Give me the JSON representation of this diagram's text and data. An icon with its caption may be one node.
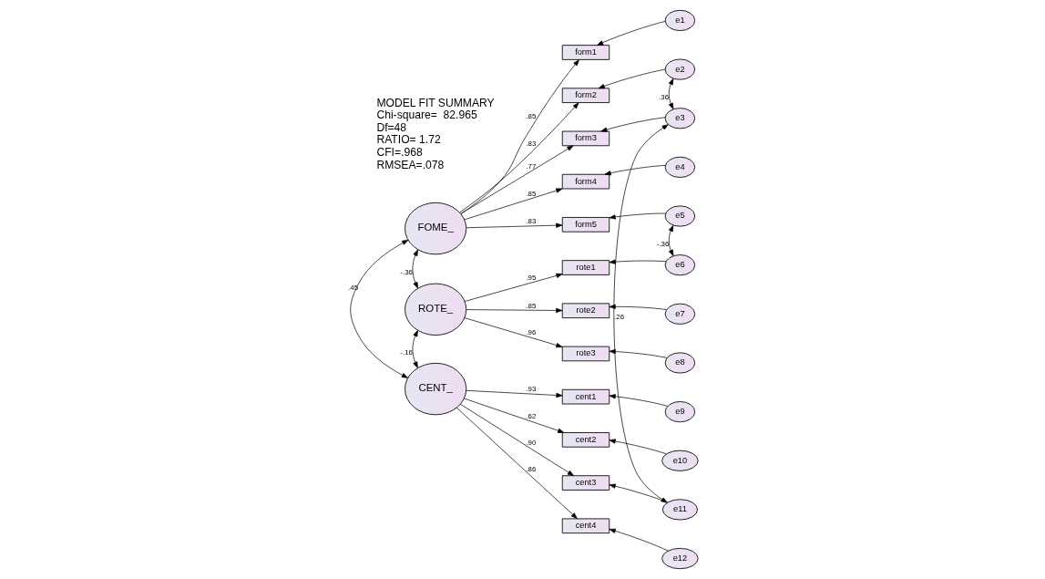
{
  "diagram": {
    "nodes": [
      {
        "text": [
          "FOME_"
        ]
      },
      {
        "text": [
          "ROTE_"
        ]
      },
      {
        "text": [
          "CENT_"
        ]
      },
      {
        "text": [
          "form1"
        ]
      },
      {
        "text": [
          "form2"
        ]
      },
      {
        "text": [
          "form3"
        ]
      },
      {
        "text": [
          "form4"
        ]
      },
      {
        "text": [
          "form5"
        ]
      },
      {
        "text": [
          "rote1"
        ]
      },
      {
        "text": [
          "rote2"
        ]
      },
      {
        "text": [
          "rote3"
        ]
      },
      {
        "text": [
          "cent1"
        ]
      },
      {
        "text": [
          "cent2"
        ]
      },
      {
        "text": [
          "cent3"
        ]
      },
      {
        "text": [
          "cent4"
        ]
      },
      {
        "text": [
          "e1"
        ]
      },
      {
        "text": [
          "e2"
        ]
      },
      {
        "text": [
          "e3"
        ]
      },
      {
        "text": [
          "e4"
        ]
      },
      {
        "text": [
          "e5"
        ]
      },
      {
        "text": [
          "e6"
        ]
      },
      {
        "text": [
          "e7"
        ]
      },
      {
        "text": [
          "e8"
        ]
      },
      {
        "text": [
          "e9"
        ]
      },
      {
        "text": [
          "e10"
        ]
      },
      {
        "text": [
          "e11"
        ]
      },
      {
        "text": [
          "e12"
        ]
      }
    ],
    "edges": [
      {
        "from": 0,
        "to": 3,
        "arrow": "to",
        "label": ".85"
      },
      {
        "from": 0,
        "to": 4,
        "arrow": "to",
        "label": ".83"
      },
      {
        "from": 0,
        "to": 5,
        "arrow": "to",
        "label": ".77"
      },
      {
        "from": 0,
        "to": 6,
        "arrow": "to",
        "label": ".85"
      },
      {
        "from": 0,
        "to": 7,
        "arrow": "to",
        "label": ".83"
      },
      {
        "from": 1,
        "to": 8,
        "arrow": "to",
        "label": ".95"
      },
      {
        "from": 1,
        "to": 9,
        "arrow": "to",
        "label": ".85"
      },
      {
        "from": 1,
        "to": 10,
        "arrow": "to",
        "label": ".96"
      },
      {
        "from": 2,
        "to": 11,
        "arrow": "to",
        "label": ".93"
      },
      {
        "from": 2,
        "to": 12,
        "arrow": "to",
        "label": ".62"
      },
      {
        "from": 2,
        "to": 13,
        "arrow": "to",
        "label": ".90"
      },
      {
        "from": 2,
        "to": 14,
        "arrow": "to",
        "label": ".86"
      },
      {
        "from": 15,
        "to": 3,
        "arrow": "to"
      },
      {
        "from": 16,
        "to": 4,
        "arrow": "to"
      },
      {
        "from": 17,
        "to": 5,
        "arrow": "to"
      },
      {
        "from": 18,
        "to": 6,
        "arrow": "to"
      },
      {
        "from": 19,
        "to": 7,
        "arrow": "to"
      },
      {
        "from": 20,
        "to": 8,
        "arrow": "to"
      },
      {
        "from": 21,
        "to": 9,
        "arrow": "to"
      },
      {
        "from": 22,
        "to": 10,
        "arrow": "to"
      },
      {
        "from": 23,
        "to": 11,
        "arrow": "to"
      },
      {
        "from": 24,
        "to": 12,
        "arrow": "to"
      },
      {
        "from": 25,
        "to": 13,
        "arrow": "to"
      },
      {
        "from": 26,
        "to": 14,
        "arrow": "to"
      },
      {
        "from": 16,
        "to": 17,
        "arrow": "both",
        "label": ".36"
      },
      {
        "from": 19,
        "to": 20,
        "arrow": "both",
        "label": "-.36"
      },
      {
        "from": 17,
        "to": 25,
        "arrow": "both",
        "label": ".26"
      },
      {
        "from": 0,
        "to": 1,
        "arrow": "both",
        "label": "-.36"
      },
      {
        "from": 0,
        "to": 2,
        "arrow": "both",
        "label": ".45"
      },
      {
        "from": 1,
        "to": 2,
        "arrow": "both",
        "label": "-.16"
      }
    ],
    "labels": [
      "MODEL FIT SUMMARY",
      "Chi-square=  82.965",
      "Df=48",
      "RATIO= 1.72",
      "CFI=.968",
      "RMSEA=.078"
    ]
  }
}
